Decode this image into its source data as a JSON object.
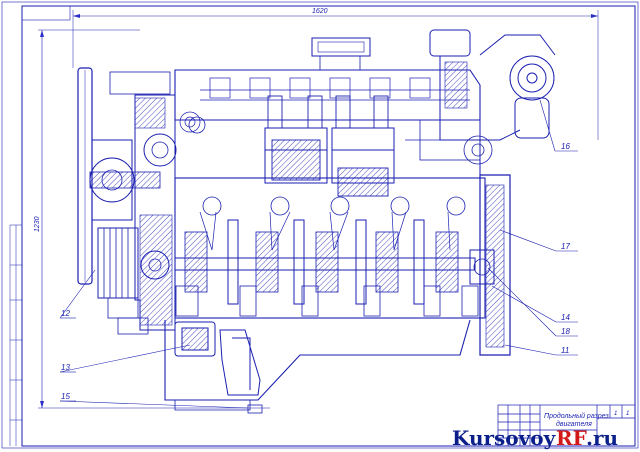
{
  "colors": {
    "line": "#1a1fb0",
    "hatch": "#2a2fc4",
    "background": "#ffffff",
    "watermark_blue": "#0b1f8a",
    "watermark_red": "#d31818"
  },
  "dimensions": {
    "overall_length": "1620",
    "overall_height": "1230"
  },
  "callouts": [
    "12",
    "13",
    "15",
    "16",
    "17",
    "14",
    "18",
    "11"
  ],
  "title_block": {
    "title_line1": "Продольный разрез",
    "title_line2": "двигателя",
    "sheet": "1",
    "sheets": "1"
  },
  "watermark": {
    "part1": "Kursovoy",
    "part2": "RF",
    "part3": ".ru"
  }
}
